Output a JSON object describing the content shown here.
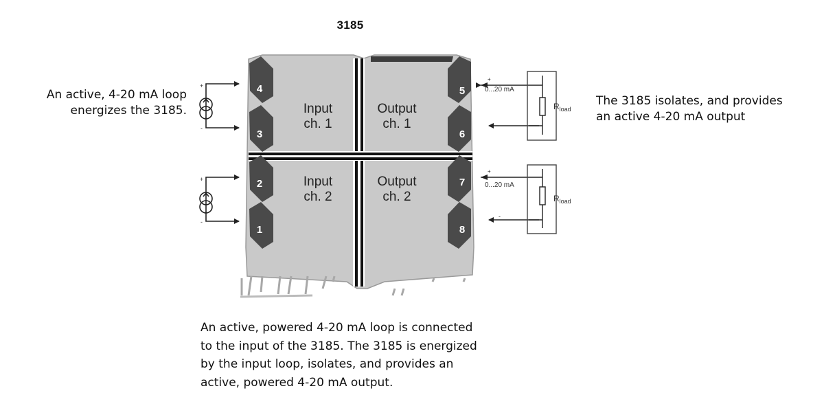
{
  "title": "3185",
  "notes": {
    "left": [
      "An active, 4-20 mA loop",
      "energizes the 3185."
    ],
    "right": [
      "The 3185 isolates, and provides",
      "an active 4-20 mA output"
    ],
    "bottom": [
      "An active, powered 4-20 mA loop is connected",
      "to the input of the 3185. The 3185 is energized",
      "by the input loop, isolates, and provides  an",
      "active, powered 4-20 mA output."
    ]
  },
  "channels": {
    "input1": [
      "Input",
      "ch. 1"
    ],
    "output1": [
      "Output",
      "ch. 1"
    ],
    "input2": [
      "Input",
      "ch. 2"
    ],
    "output2": [
      "Output",
      "ch. 2"
    ]
  },
  "terminals": {
    "t1": "1",
    "t2": "2",
    "t3": "3",
    "t4": "4",
    "t5": "5",
    "t6": "6",
    "t7": "7",
    "t8": "8"
  },
  "loads": {
    "range1": "0...20 mA",
    "range2": "0...20 mA",
    "rload1": "R",
    "rload1_sub": "load",
    "rload2": "R",
    "rload2_sub": "load",
    "plus": "+",
    "minus": "-"
  },
  "colors": {
    "housing": "#c8c8c8",
    "terminal": "#4a4a4a",
    "divider": "#111111",
    "wire": "#222222"
  }
}
